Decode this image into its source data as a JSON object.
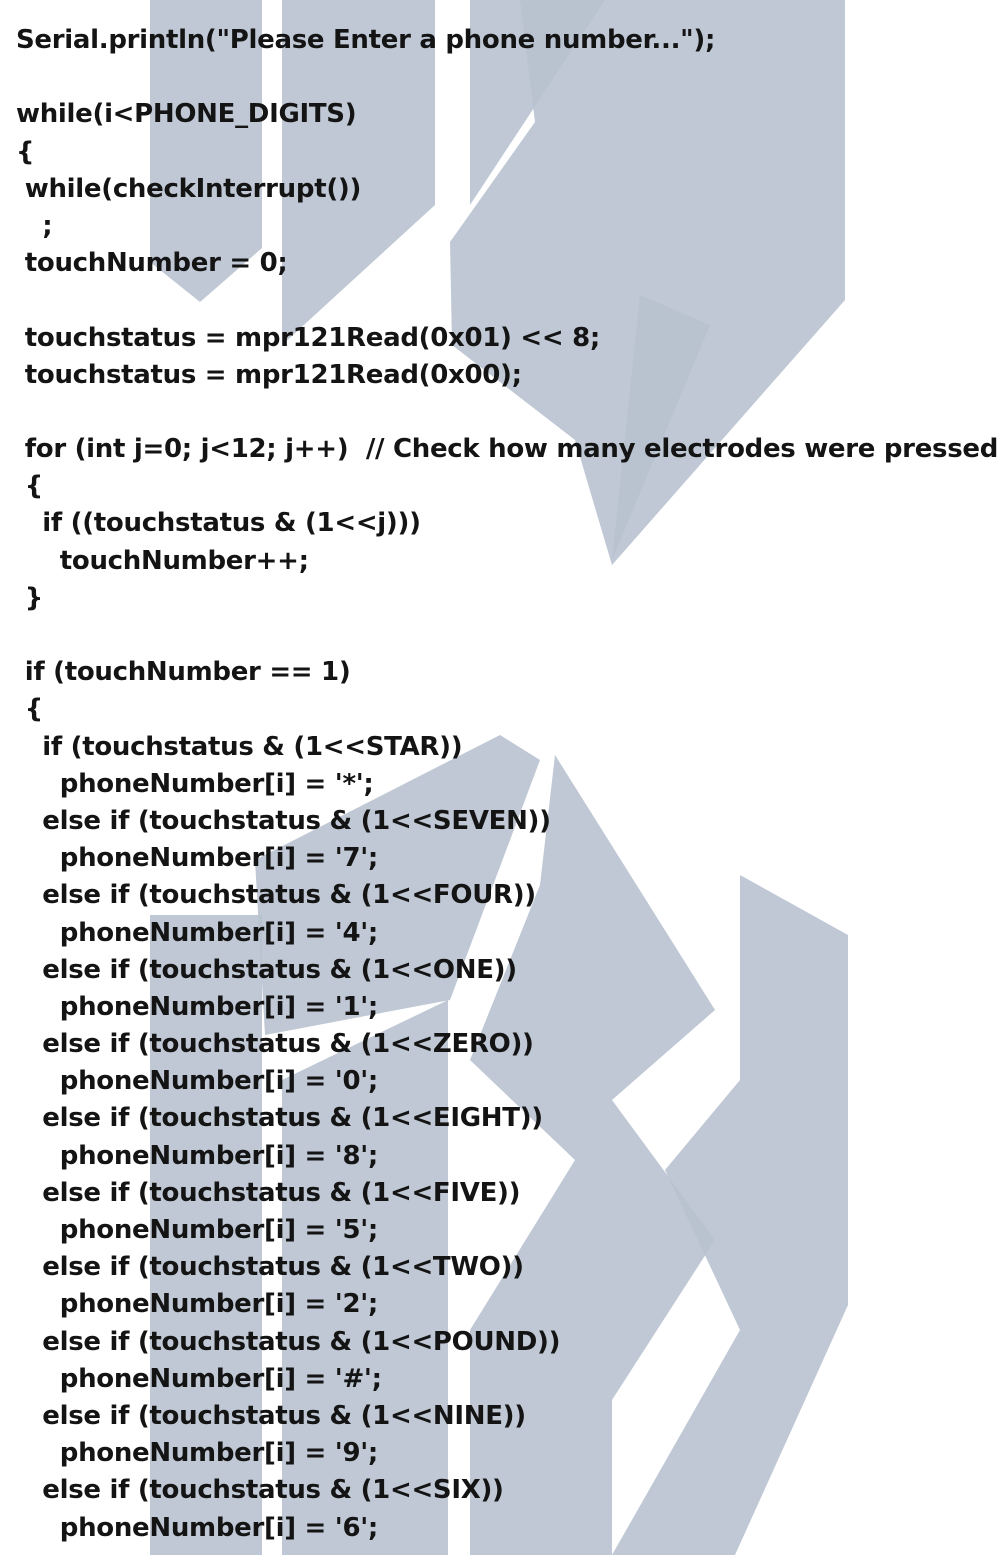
{
  "watermark_color": "#b8c2cf",
  "text_color": "#141414",
  "watermark_icon": "lightning-logo-watermark",
  "code_lines": [
    "Serial.println(\"Please Enter a phone number...\");",
    "",
    "while(i<PHONE_DIGITS)",
    "{",
    " while(checkInterrupt())",
    "   ;",
    " touchNumber = 0;",
    "",
    " touchstatus = mpr121Read(0x01) << 8;",
    " touchstatus = mpr121Read(0x00);",
    "",
    " for (int j=0; j<12; j++)  // Check how many electrodes were pressed",
    " {",
    "   if ((touchstatus & (1<<j)))",
    "     touchNumber++;",
    " }",
    "",
    " if (touchNumber == 1)",
    " {",
    "   if (touchstatus & (1<<STAR))",
    "     phoneNumber[i] = '*';",
    "   else if (touchstatus & (1<<SEVEN))",
    "     phoneNumber[i] = '7';",
    "   else if (touchstatus & (1<<FOUR))",
    "     phoneNumber[i] = '4';",
    "   else if (touchstatus & (1<<ONE))",
    "     phoneNumber[i] = '1';",
    "   else if (touchstatus & (1<<ZERO))",
    "     phoneNumber[i] = '0';",
    "   else if (touchstatus & (1<<EIGHT))",
    "     phoneNumber[i] = '8';",
    "   else if (touchstatus & (1<<FIVE))",
    "     phoneNumber[i] = '5';",
    "   else if (touchstatus & (1<<TWO))",
    "     phoneNumber[i] = '2';",
    "   else if (touchstatus & (1<<POUND))",
    "     phoneNumber[i] = '#';",
    "   else if (touchstatus & (1<<NINE))",
    "     phoneNumber[i] = '9';",
    "   else if (touchstatus & (1<<SIX))",
    "     phoneNumber[i] = '6';"
  ]
}
